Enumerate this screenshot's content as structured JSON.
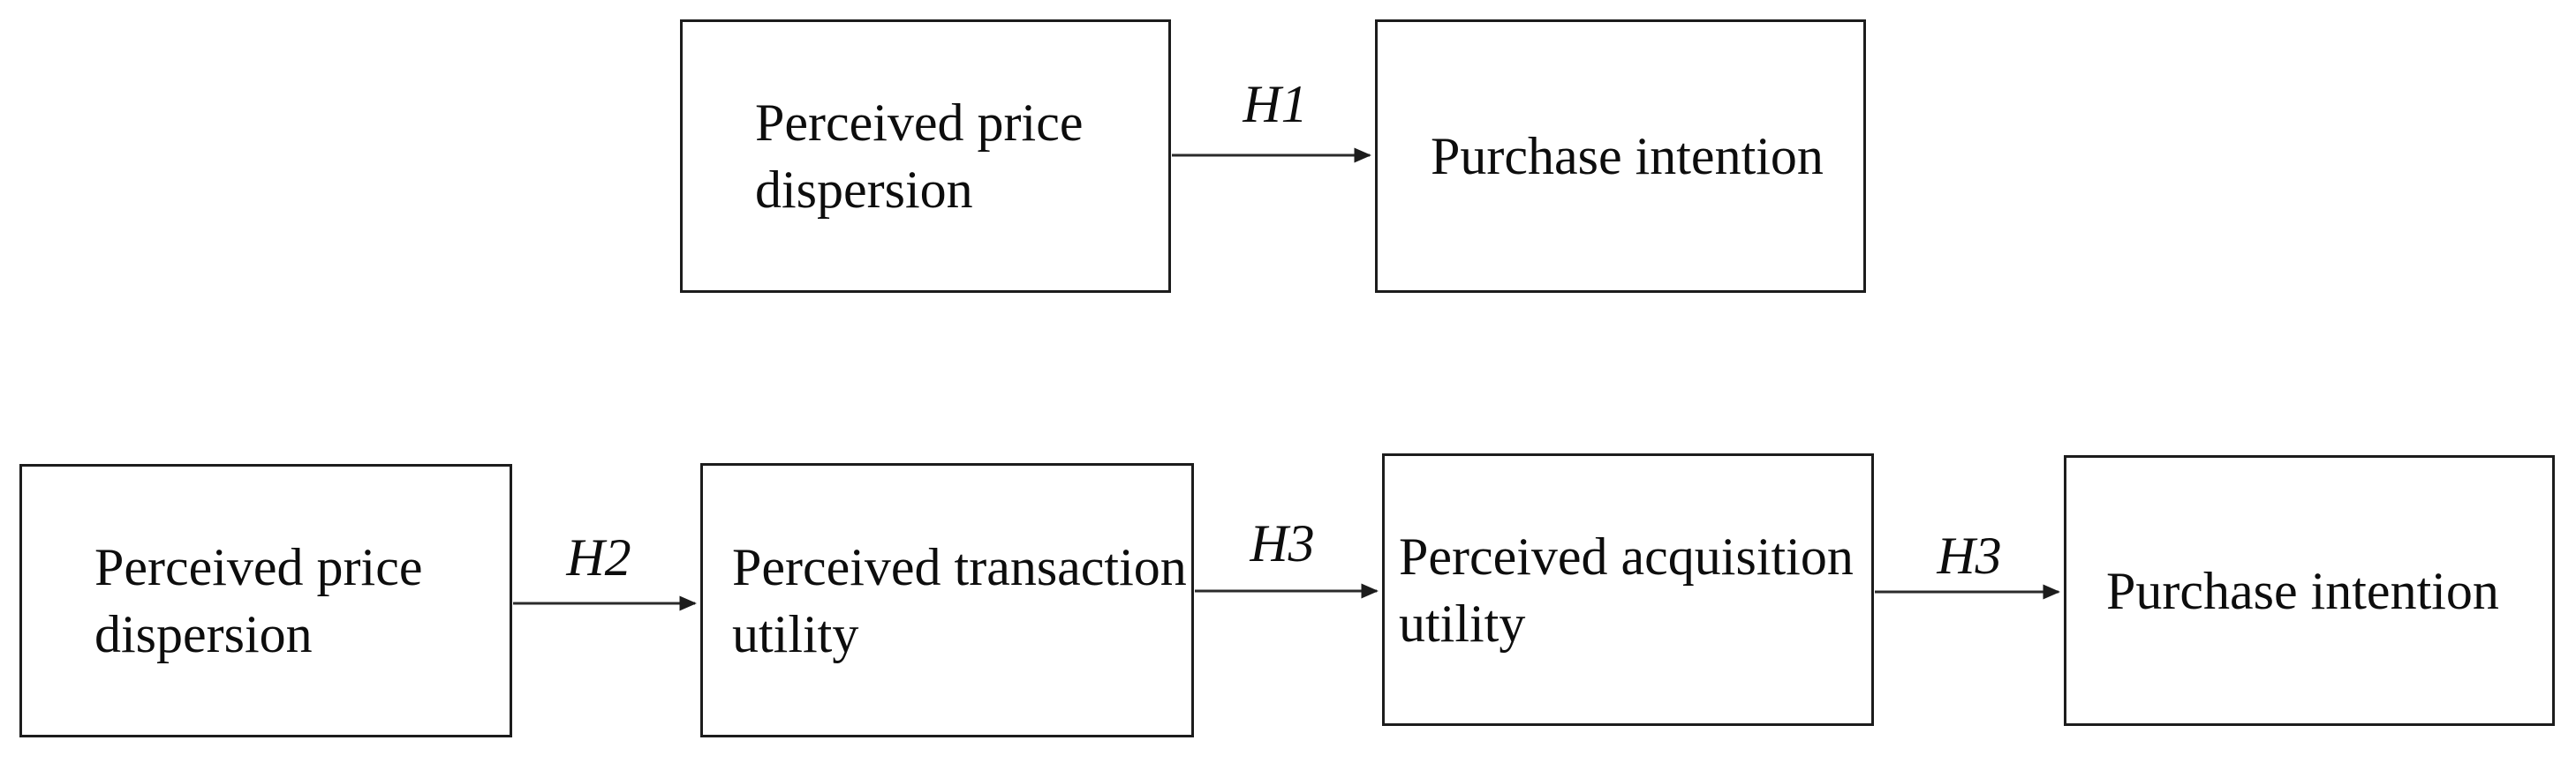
{
  "diagram": {
    "colors": {
      "background": "#ffffff",
      "box_border": "#1c1c1c",
      "text": "#0d0d0d",
      "arrow": "#2b2b2b"
    },
    "nodes": [
      {
        "name": "perceived-price-dispersion-top",
        "lines": [
          "Perceived price",
          "dispersion"
        ]
      },
      {
        "name": "purchase-intention-top",
        "lines": [
          "Purchase intention"
        ]
      },
      {
        "name": "perceived-price-dispersion-bottom",
        "lines": [
          "Perceived price",
          "dispersion"
        ]
      },
      {
        "name": "perceived-transaction-utility",
        "lines": [
          "Perceived transaction",
          "utility"
        ]
      },
      {
        "name": "perceived-acquisition-utility",
        "lines": [
          "Perceived acquisition",
          "utility"
        ]
      },
      {
        "name": "purchase-intention-bottom",
        "lines": [
          "Purchase intention"
        ]
      }
    ],
    "arrows": [
      {
        "label": "H1",
        "from": "perceived-price-dispersion-top",
        "to": "purchase-intention-top"
      },
      {
        "label": "H2",
        "from": "perceived-price-dispersion-bottom",
        "to": "perceived-transaction-utility"
      },
      {
        "label": "H3",
        "from": "perceived-transaction-utility",
        "to": "perceived-acquisition-utility"
      },
      {
        "label": "H3",
        "from": "perceived-acquisition-utility",
        "to": "purchase-intention-bottom"
      }
    ]
  }
}
